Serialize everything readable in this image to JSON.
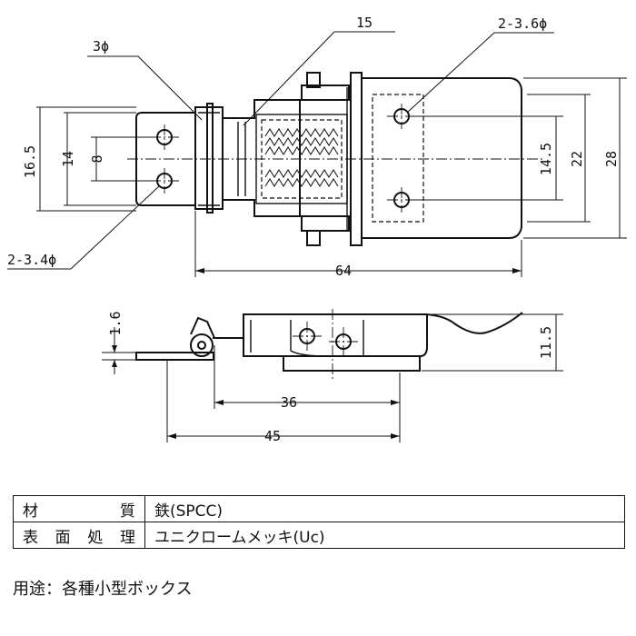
{
  "dimensions": {
    "top_view": {
      "d15": "15",
      "d3phi": "3ϕ",
      "d2_36phi": "2-3.6ϕ",
      "d2_34phi": "2-3.4ϕ",
      "d16_5": "16.5",
      "d14": "14",
      "d8": "8",
      "d14_5": "14.5",
      "d22": "22",
      "d28": "28",
      "d64": "64"
    },
    "side_view": {
      "d1_6": "1.6",
      "d11_5": "11.5",
      "d36": "36",
      "d45": "45"
    }
  },
  "spec_table": [
    {
      "label": "材質",
      "value": "鉄(SPCC)"
    },
    {
      "label": "表面処理",
      "value": "ユニクロームメッキ(Uc)"
    }
  ],
  "usage": "用途：各種小型ボックス"
}
